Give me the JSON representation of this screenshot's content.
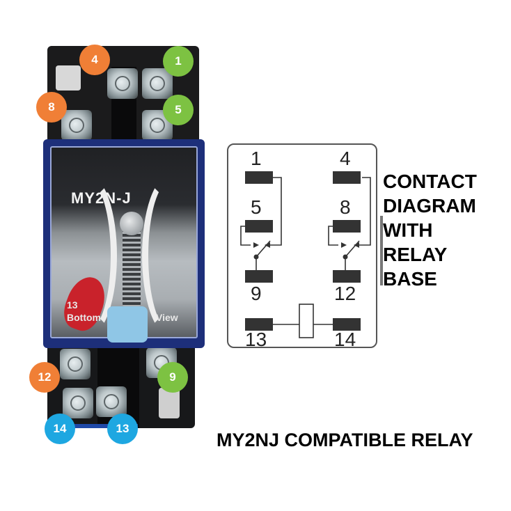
{
  "relay_photo": {
    "model_label": "MY2N-J",
    "cover_texts": [
      "13",
      "Bottom",
      "View"
    ],
    "body_color": "#1d2f7a",
    "base_color": "#1b1b1c"
  },
  "terminal_badges": {
    "colors": {
      "orange": "#F07F36",
      "green": "#7DC242",
      "blue": "#1EA7E1"
    },
    "items": [
      {
        "label": "4",
        "color": "orange"
      },
      {
        "label": "1",
        "color": "green"
      },
      {
        "label": "8",
        "color": "orange"
      },
      {
        "label": "5",
        "color": "green"
      },
      {
        "label": "12",
        "color": "orange"
      },
      {
        "label": "9",
        "color": "green"
      },
      {
        "label": "14",
        "color": "blue"
      },
      {
        "label": "13",
        "color": "blue"
      }
    ]
  },
  "contact_diagram": {
    "pins": [
      "1",
      "4",
      "5",
      "8",
      "9",
      "12",
      "13",
      "14"
    ],
    "connections": [
      {
        "common": "9",
        "nc": "1",
        "no": "5"
      },
      {
        "common": "12",
        "nc": "4",
        "no": "8"
      },
      {
        "coil": [
          "13",
          "14"
        ]
      }
    ]
  },
  "side_title": [
    "CONTACT",
    "DIAGRAM",
    "WITH",
    "RELAY",
    "BASE"
  ],
  "caption": "MY2NJ COMPATIBLE RELAY"
}
